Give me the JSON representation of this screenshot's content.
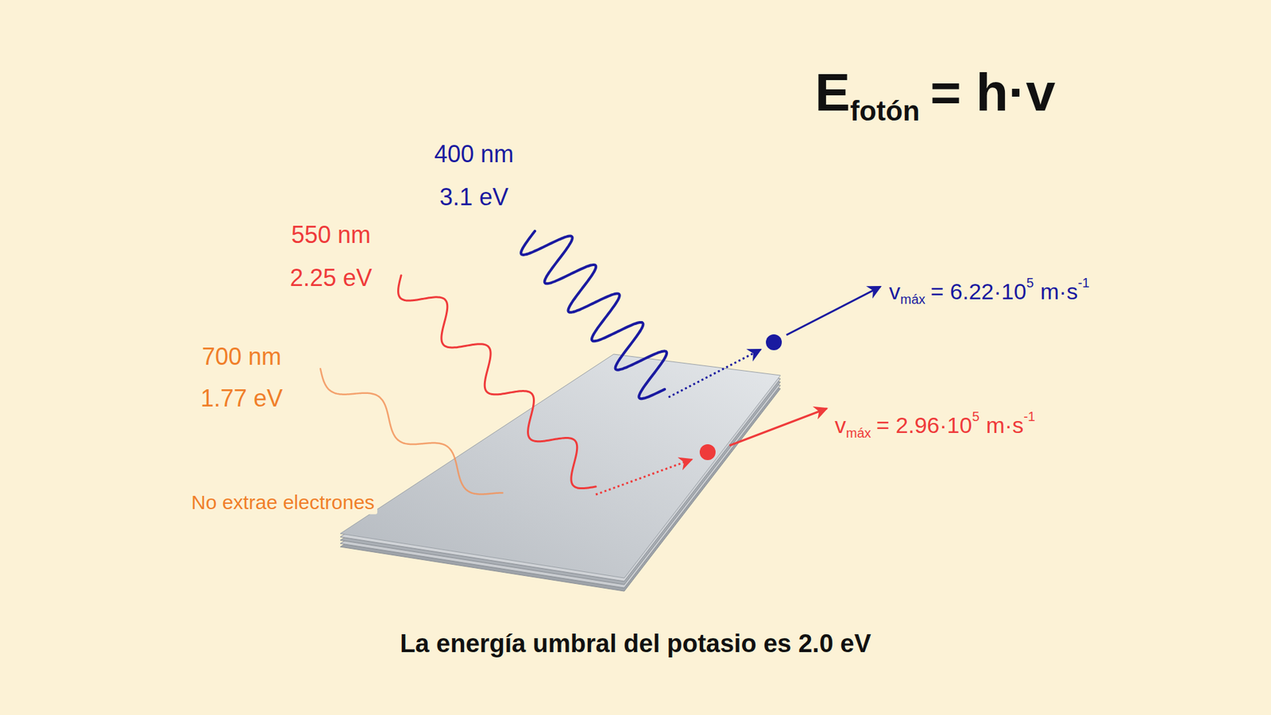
{
  "diagram": {
    "caption": "La energía umbral del potasio es 2.0 eV",
    "labels": [
      "E",
      "fotón",
      "= h·v",
      "400 nm",
      "3.1 eV",
      "550 nm",
      "2.25 eV",
      "700 nm",
      "1.77 eV",
      "No extrae electrones",
      "v",
      "máx",
      "= 6.22·10",
      "5",
      "m·s",
      "-1",
      "v",
      "máx",
      "= 2.96·10",
      "5",
      "m·s",
      "-1"
    ]
  }
}
